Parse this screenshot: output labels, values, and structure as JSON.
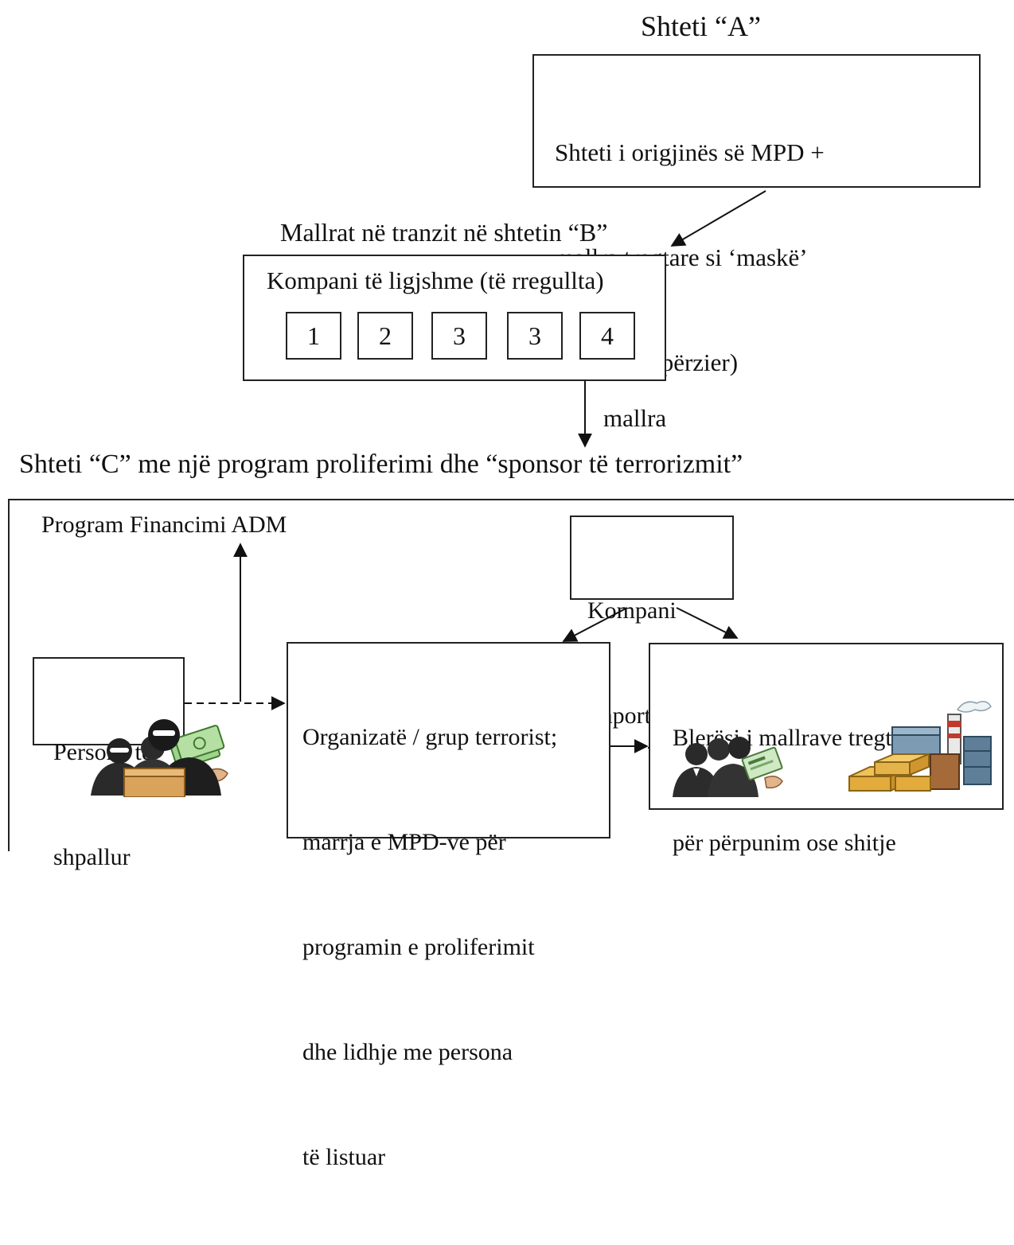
{
  "state_a": {
    "title": "Shteti “A”",
    "box_lines": [
      "Shteti i origjinës së MPD +",
      "mallra tregtare si ‘maskë’",
      "(dërgesë e përzier)"
    ]
  },
  "state_b": {
    "title": "Mallrat në tranzit në shtetin “B”",
    "box_title": "Kompani të ligjshme (të rregullta)",
    "companies": [
      "1",
      "2",
      "3",
      "3",
      "4"
    ]
  },
  "flow_label": "mallra",
  "state_c": {
    "title": "Shteti “C” me një program proliferimi dhe “sponsor të terrorizmit”",
    "wmd_program": "Program Financimi ADM",
    "importers": [
      "Kompani",
      "importuese"
    ],
    "declared_persons": [
      "Persona të",
      "shpallur"
    ],
    "terror_org": [
      "Organizatë / grup terrorist;",
      "marrja e MPD-ve për",
      "programin e proliferimit",
      "dhe lidhje me persona",
      "të listuar"
    ],
    "buyer": [
      "Blerësi i mallrave tregtare",
      "për përpunim ose shitje"
    ]
  },
  "icons": [
    "masked-persons-icon",
    "business-people-icon",
    "goods-stack-icon"
  ]
}
